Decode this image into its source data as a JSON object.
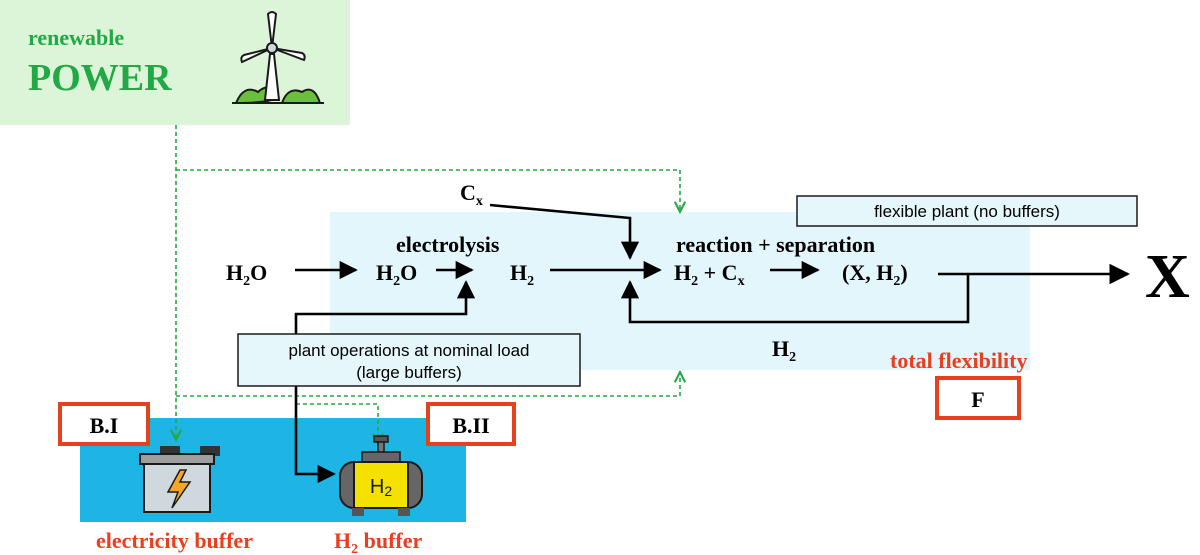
{
  "power": {
    "line1": "renewable",
    "line2": "POWER",
    "icon": "wind-turbine-icon"
  },
  "nodes": {
    "h2o_in": "H",
    "h2o_in_sub": "2",
    "h2o_in_end": "O",
    "electrolysis": "electrolysis",
    "h2o_el": "H",
    "h2o_el_sub": "2",
    "h2o_el_end": "O",
    "h2_el": "H",
    "h2_el_sub": "2",
    "cx": "C",
    "cx_sub": "x",
    "reaction": "reaction + separation",
    "h2cx_a": "H",
    "h2cx_sub1": "2",
    "h2cx_b": " + C",
    "h2cx_sub2": "x",
    "xh2_a": "(X, H",
    "xh2_sub": "2",
    "xh2_b": ")",
    "recycle": "H",
    "recycle_sub": "2",
    "product": "X"
  },
  "boxes": {
    "flexible": "flexible plant (no buffers)",
    "nominal_1": "plant operations at nominal load",
    "nominal_2": "(large buffers)"
  },
  "labels": {
    "bi": "B.I",
    "bii": "B.II",
    "f": "F",
    "total_flex": "total flexibility",
    "elec_buffer": "electricity buffer",
    "h2_buffer_a": "H",
    "h2_buffer_sub": "2",
    "h2_buffer_b": " buffer",
    "tank_a": "H",
    "tank_sub": "2"
  },
  "colors": {
    "power_bg": "#dcf5d8",
    "power_text": "#22a845",
    "plant_bg": "#e3f6fc",
    "buffer_bg": "#1eb4e3",
    "accent_red": "#e8401e",
    "dashed_green": "#22a845",
    "box_fill": "#e6f7fc",
    "battery_bolt": "#f6a623",
    "tank_body": "#f4e100"
  }
}
